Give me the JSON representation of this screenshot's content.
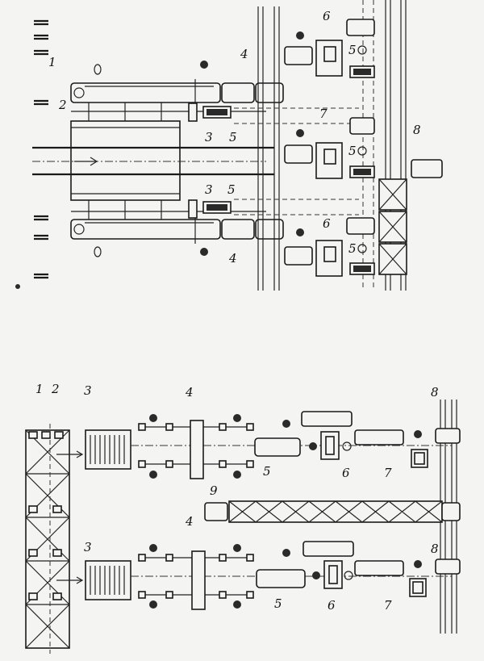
{
  "top_labels": {
    "n1": "1",
    "n2": "2",
    "n3a": "3",
    "n3b": "3",
    "n4a": "4",
    "n4b": "4",
    "n5a": "5",
    "n5b": "5",
    "n5c": "5",
    "n5d": "5",
    "n5e": "5",
    "n6a": "6",
    "n6b": "6",
    "n7": "7",
    "n8": "8"
  },
  "bottom_labels": {
    "n1": "1",
    "n2": "2",
    "n3a": "3",
    "n3b": "3",
    "n4a": "4",
    "n4b": "4",
    "n5a": "5",
    "n5b": "5",
    "n6a": "6",
    "n6b": "6",
    "n7a": "7",
    "n7b": "7",
    "n8a": "8",
    "n8b": "8",
    "n9": "9"
  }
}
